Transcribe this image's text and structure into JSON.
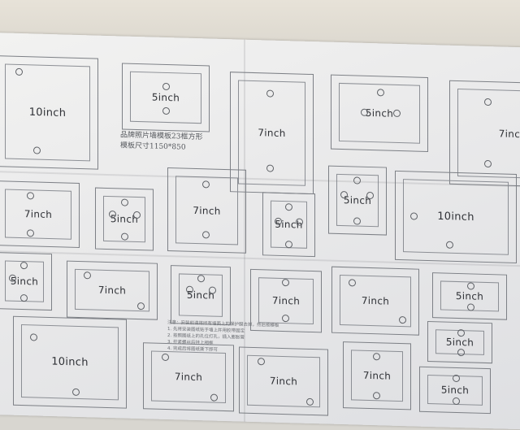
{
  "template": {
    "title_line": "品牌照片墙模板23框方形",
    "size_line": "模板尺寸1150*850",
    "notes": [
      "注意：安装前请将所有墙面上的保护膜去掉，然后按模板",
      "1. 先将安装图纸贴于墙上并用胶带固定",
      "2. 按照图纸上的孔位打孔，插入膨胀管",
      "3. 拧紧螺丝后挂上相框",
      "4. 完成后将图纸撕下即可"
    ]
  },
  "labels": {
    "f1": "10inch",
    "f2": "5inch",
    "f3": "7inch",
    "f4": "5inch",
    "f5": "7inch",
    "f6": "7inch",
    "f7": "5inch",
    "f8": "7inch",
    "f9": "5inch",
    "f10": "5inch",
    "f11": "10inch",
    "f12": "5inch",
    "f13": "7inch",
    "f14": "5inch",
    "f15": "7inch",
    "f16": "7inch",
    "f17": "5inch",
    "f18": "10inch",
    "f19": "7inch",
    "f20": "7inch",
    "f21": "7inch",
    "f22": "5inch",
    "f23": "5inch"
  },
  "colors": {
    "paper": "#eeeeee",
    "line": "#7d8086",
    "text": "#2f3136",
    "wall": "#dcd8cf"
  }
}
